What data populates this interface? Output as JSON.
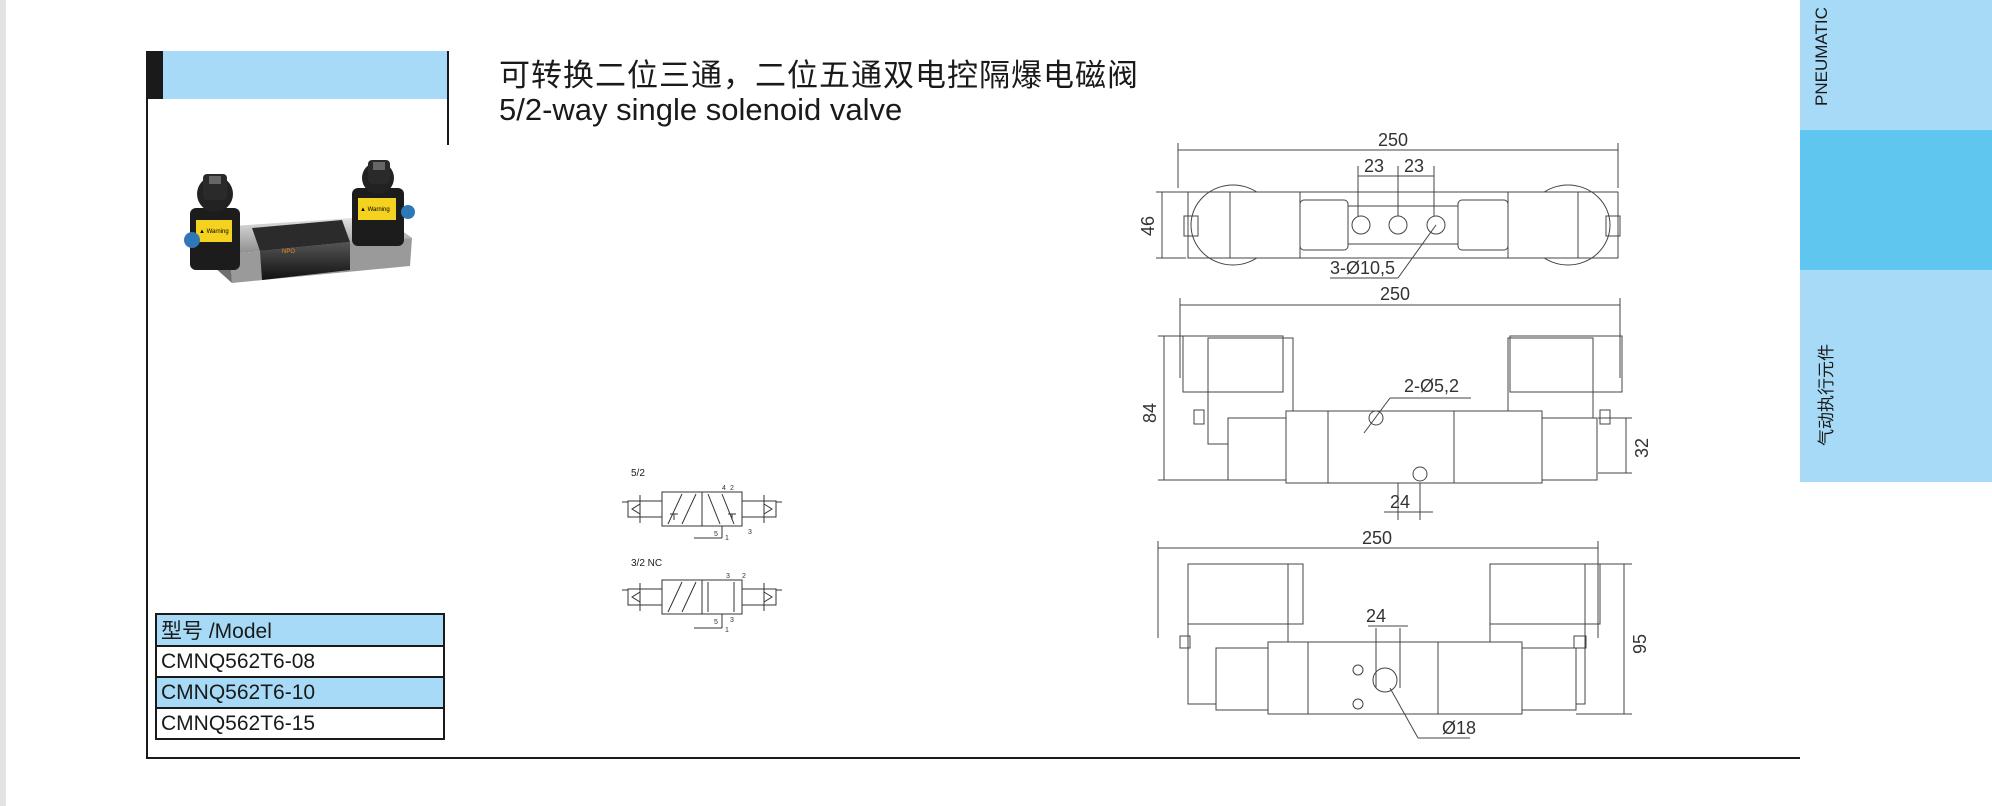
{
  "title": {
    "chinese": "可转换二位三通，二位五通双电控隔爆电磁阀",
    "english": "5/2-way  single solenoid valve"
  },
  "model_table": {
    "header": "型号 /Model",
    "rows": [
      "CMNQ562T6-08",
      "CMNQ562T6-10",
      "CMNQ562T6-15"
    ]
  },
  "symbols": {
    "five_two": "5/2",
    "three_two_nc": "3/2 NC",
    "port_labels_top": [
      "4",
      "2",
      "5",
      "3",
      "1"
    ],
    "port_labels_bottom": [
      "3",
      "2",
      "5",
      "3",
      "1"
    ]
  },
  "drawings": {
    "top_view": {
      "width": "250",
      "spacing_a": "23",
      "spacing_b": "23",
      "height": "46",
      "holes": "3-Ø10,5"
    },
    "side_view": {
      "width": "250",
      "height": "84",
      "holes": "2-Ø5,2",
      "height_b": "32",
      "spacing": "24"
    },
    "front_view": {
      "width": "250",
      "spacing": "24",
      "height": "95",
      "diameter": "Ø18"
    }
  },
  "side_tabs": {
    "top": "PNEUMATIC",
    "bottom": "气动执行元件"
  },
  "colors": {
    "light_blue": "#a7daf6",
    "bright_blue": "#5fc6f0",
    "line": "#1a1a1a"
  }
}
